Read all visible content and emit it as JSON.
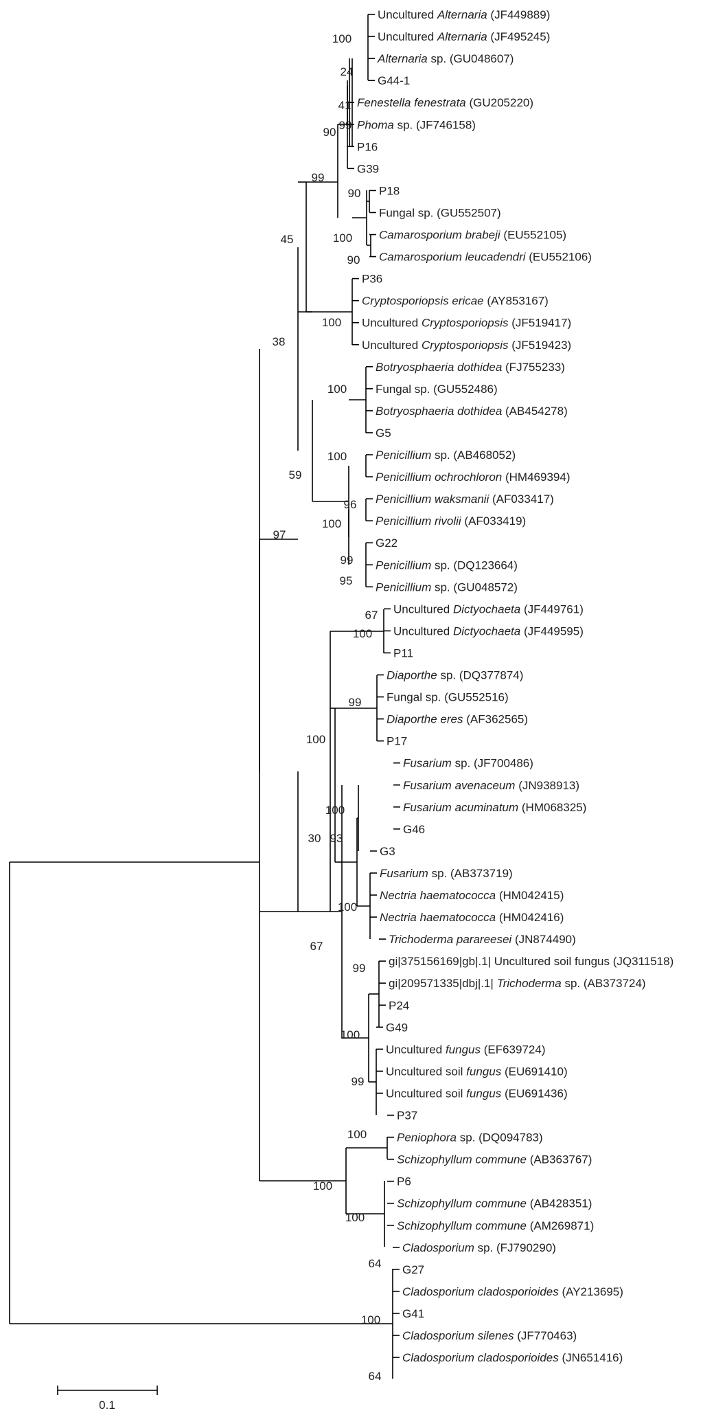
{
  "colors": {
    "line": "#000000",
    "text": "#222222",
    "background": "#ffffff"
  },
  "taxa": [
    {
      "id": "t0",
      "parts": [
        {
          "t": "Uncultured "
        },
        {
          "t": "Alternaria",
          "i": true
        },
        {
          "t": " (JF449889)"
        }
      ]
    },
    {
      "id": "t1",
      "parts": [
        {
          "t": "Uncultured "
        },
        {
          "t": "Alternaria",
          "i": true
        },
        {
          "t": " (JF495245)"
        }
      ]
    },
    {
      "id": "t2",
      "parts": [
        {
          "t": "Alternaria",
          "i": true
        },
        {
          "t": " sp. (GU048607)"
        }
      ]
    },
    {
      "id": "t3",
      "parts": [
        {
          "t": "G44-1"
        }
      ]
    },
    {
      "id": "t4",
      "parts": [
        {
          "t": "Fenestella fenestrata",
          "i": true
        },
        {
          "t": " (GU205220)"
        }
      ]
    },
    {
      "id": "t5",
      "parts": [
        {
          "t": "Phoma",
          "i": true
        },
        {
          "t": " sp. (JF746158)"
        }
      ]
    },
    {
      "id": "t6",
      "parts": [
        {
          "t": "P16"
        }
      ]
    },
    {
      "id": "t7",
      "parts": [
        {
          "t": "G39"
        }
      ]
    },
    {
      "id": "t8",
      "parts": [
        {
          "t": "P18"
        }
      ]
    },
    {
      "id": "t9",
      "parts": [
        {
          "t": "Fungal sp. (GU552507)"
        }
      ]
    },
    {
      "id": "t10",
      "parts": [
        {
          "t": "Camarosporium brabeji",
          "i": true
        },
        {
          "t": " (EU552105)"
        }
      ]
    },
    {
      "id": "t11",
      "parts": [
        {
          "t": "Camarosporium leucadendri",
          "i": true
        },
        {
          "t": " (EU552106)"
        }
      ]
    },
    {
      "id": "t12",
      "parts": [
        {
          "t": "P36"
        }
      ]
    },
    {
      "id": "t13",
      "parts": [
        {
          "t": "Cryptosporiopsis ericae",
          "i": true
        },
        {
          "t": " (AY853167)"
        }
      ]
    },
    {
      "id": "t14",
      "parts": [
        {
          "t": "Uncultured "
        },
        {
          "t": "Cryptosporiopsis",
          "i": true
        },
        {
          "t": " (JF519417)"
        }
      ]
    },
    {
      "id": "t15",
      "parts": [
        {
          "t": "Uncultured "
        },
        {
          "t": "Cryptosporiopsis",
          "i": true
        },
        {
          "t": " (JF519423)"
        }
      ]
    },
    {
      "id": "t16",
      "parts": [
        {
          "t": "Botryosphaeria dothidea",
          "i": true
        },
        {
          "t": " (FJ755233)"
        }
      ]
    },
    {
      "id": "t17",
      "parts": [
        {
          "t": "Fungal sp. (GU552486)"
        }
      ]
    },
    {
      "id": "t18",
      "parts": [
        {
          "t": "Botryosphaeria dothidea",
          "i": true
        },
        {
          "t": " (AB454278)"
        }
      ]
    },
    {
      "id": "t19",
      "parts": [
        {
          "t": "G5"
        }
      ]
    },
    {
      "id": "t20",
      "parts": [
        {
          "t": "Penicillium",
          "i": true
        },
        {
          "t": " sp. (AB468052)"
        }
      ]
    },
    {
      "id": "t21",
      "parts": [
        {
          "t": "Penicillium ochrochloron",
          "i": true
        },
        {
          "t": " (HM469394)"
        }
      ]
    },
    {
      "id": "t22",
      "parts": [
        {
          "t": "Penicillium waksmanii",
          "i": true
        },
        {
          "t": " (AF033417)"
        }
      ]
    },
    {
      "id": "t23",
      "parts": [
        {
          "t": "Penicillium rivolii",
          "i": true
        },
        {
          "t": " (AF033419)"
        }
      ]
    },
    {
      "id": "t24",
      "parts": [
        {
          "t": "G22"
        }
      ]
    },
    {
      "id": "t25",
      "parts": [
        {
          "t": "Penicillium",
          "i": true
        },
        {
          "t": " sp. (DQ123664)"
        }
      ]
    },
    {
      "id": "t26",
      "parts": [
        {
          "t": "Penicillium",
          "i": true
        },
        {
          "t": " sp. (GU048572)"
        }
      ]
    },
    {
      "id": "t27",
      "parts": [
        {
          "t": "Uncultured "
        },
        {
          "t": "Dictyochaeta",
          "i": true
        },
        {
          "t": " (JF449761)"
        }
      ]
    },
    {
      "id": "t28",
      "parts": [
        {
          "t": "Uncultured "
        },
        {
          "t": "Dictyochaeta",
          "i": true
        },
        {
          "t": " (JF449595)"
        }
      ]
    },
    {
      "id": "t29",
      "parts": [
        {
          "t": "P11"
        }
      ]
    },
    {
      "id": "t30",
      "parts": [
        {
          "t": "Diaporthe",
          "i": true
        },
        {
          "t": " sp. (DQ377874)"
        }
      ]
    },
    {
      "id": "t31",
      "parts": [
        {
          "t": "Fungal sp. (GU552516)"
        }
      ]
    },
    {
      "id": "t32",
      "parts": [
        {
          "t": "Diaporthe eres",
          "i": true
        },
        {
          "t": " (AF362565)"
        }
      ]
    },
    {
      "id": "t33",
      "parts": [
        {
          "t": "P17"
        }
      ]
    },
    {
      "id": "t34",
      "parts": [
        {
          "t": "Fusarium",
          "i": true
        },
        {
          "t": " sp. (JF700486)"
        }
      ]
    },
    {
      "id": "t35",
      "parts": [
        {
          "t": "Fusarium avenaceum",
          "i": true
        },
        {
          "t": " (JN938913)"
        }
      ]
    },
    {
      "id": "t36",
      "parts": [
        {
          "t": "Fusarium acuminatum",
          "i": true
        },
        {
          "t": " (HM068325)"
        }
      ]
    },
    {
      "id": "t37",
      "parts": [
        {
          "t": "G46"
        }
      ]
    },
    {
      "id": "t38",
      "parts": [
        {
          "t": "G3"
        }
      ]
    },
    {
      "id": "t39",
      "parts": [
        {
          "t": "Fusarium",
          "i": true
        },
        {
          "t": " sp. (AB373719)"
        }
      ]
    },
    {
      "id": "t40",
      "parts": [
        {
          "t": "Nectria haematococca",
          "i": true
        },
        {
          "t": " (HM042415)"
        }
      ]
    },
    {
      "id": "t41",
      "parts": [
        {
          "t": "Nectria haematococca",
          "i": true
        },
        {
          "t": " (HM042416)"
        }
      ]
    },
    {
      "id": "t42",
      "parts": [
        {
          "t": "Trichoderma parareesei",
          "i": true
        },
        {
          "t": " (JN874490)"
        }
      ]
    },
    {
      "id": "t43",
      "parts": [
        {
          "t": "gi|375156169|gb|.1| Uncultured soil fungus (JQ311518)"
        }
      ]
    },
    {
      "id": "t44",
      "parts": [
        {
          "t": "gi|209571335|dbj|.1| "
        },
        {
          "t": "Trichoderma",
          "i": true
        },
        {
          "t": " sp. (AB373724)"
        }
      ]
    },
    {
      "id": "t45",
      "parts": [
        {
          "t": "P24"
        }
      ]
    },
    {
      "id": "t46",
      "parts": [
        {
          "t": "G49"
        }
      ]
    },
    {
      "id": "t47",
      "parts": [
        {
          "t": "Uncultured "
        },
        {
          "t": "fungus",
          "i": true
        },
        {
          "t": " (EF639724)"
        }
      ]
    },
    {
      "id": "t48",
      "parts": [
        {
          "t": "Uncultured soil "
        },
        {
          "t": "fungus",
          "i": true
        },
        {
          "t": " (EU691410)"
        }
      ]
    },
    {
      "id": "t49",
      "parts": [
        {
          "t": "Uncultured soil "
        },
        {
          "t": "fungus",
          "i": true
        },
        {
          "t": " (EU691436)"
        }
      ]
    },
    {
      "id": "t50",
      "parts": [
        {
          "t": "P37"
        }
      ]
    },
    {
      "id": "t51",
      "parts": [
        {
          "t": "Peniophora",
          "i": true
        },
        {
          "t": " sp. (DQ094783)"
        }
      ]
    },
    {
      "id": "t52",
      "parts": [
        {
          "t": "Schizophyllum commune",
          "i": true
        },
        {
          "t": " (AB363767)"
        }
      ]
    },
    {
      "id": "t53",
      "parts": [
        {
          "t": "P6"
        }
      ]
    },
    {
      "id": "t54",
      "parts": [
        {
          "t": "Schizophyllum commune",
          "i": true
        },
        {
          "t": " (AB428351)"
        }
      ]
    },
    {
      "id": "t55",
      "parts": [
        {
          "t": "Schizophyllum commune",
          "i": true
        },
        {
          "t": " (AM269871)"
        }
      ]
    },
    {
      "id": "t56",
      "parts": [
        {
          "t": "Cladosporium",
          "i": true
        },
        {
          "t": " sp. (FJ790290)"
        }
      ]
    },
    {
      "id": "t57",
      "parts": [
        {
          "t": "G27"
        }
      ]
    },
    {
      "id": "t58",
      "parts": [
        {
          "t": "Cladosporium cladosporioides",
          "i": true
        },
        {
          "t": " (AY213695)"
        }
      ]
    },
    {
      "id": "t59",
      "parts": [
        {
          "t": "G41"
        }
      ]
    },
    {
      "id": "t60",
      "parts": [
        {
          "t": "Cladosporium silenes",
          "i": true
        },
        {
          "t": " (JF770463)"
        }
      ]
    },
    {
      "id": "t61",
      "parts": [
        {
          "t": "Cladosporium cladosporioides",
          "i": true
        },
        {
          "t": " (JN651416)"
        }
      ]
    }
  ],
  "bootstrap_values": [
    "100",
    "24",
    "41",
    "99",
    "90",
    "99",
    "90",
    "100",
    "90",
    "45",
    "100",
    "38",
    "100",
    "59",
    "100",
    "96",
    "100",
    "99",
    "95",
    "97",
    "67",
    "100",
    "100",
    "99",
    "100",
    "30",
    "93",
    "100",
    "67",
    "99",
    "100",
    "99",
    "100",
    "100",
    "100",
    "64",
    "100",
    "64"
  ],
  "scale_bar": {
    "length": 0.1,
    "label": "0.1"
  }
}
